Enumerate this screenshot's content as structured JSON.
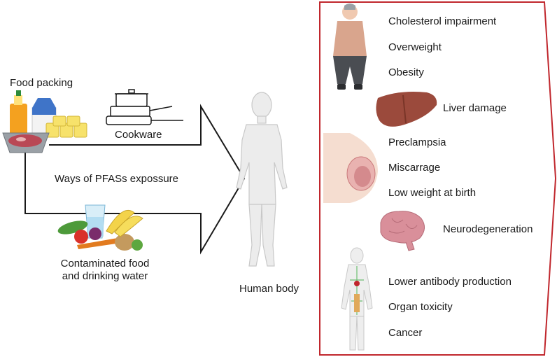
{
  "sources": {
    "food_packing": "Food packing",
    "cookware": "Cookware",
    "ways": "Ways of PFASs expossure",
    "contaminated_line1": "Contaminated food",
    "contaminated_line2": "and drinking water"
  },
  "human_body_label": "Human body",
  "effects": {
    "metabolic": [
      "Cholesterol impairment",
      "Overweight",
      "Obesity"
    ],
    "liver": "Liver damage",
    "pregnancy": [
      "Preclampsia",
      "Miscarrage",
      "Low weight at birth"
    ],
    "brain": "Neurodegeneration",
    "immune": [
      "Lower antibody production",
      "Organ toxicity",
      "Cancer"
    ]
  },
  "colors": {
    "frame": "#c0272d",
    "arrow": "#1a1a1a",
    "skin": "#e8e8e8",
    "liver": "#9b4a3c",
    "brain": "#d98f9a"
  },
  "icons": [
    "juice-carton-icon",
    "milk-carton-icon",
    "yogurt-cups-icon",
    "meat-tray-icon",
    "cooking-pots-icon",
    "water-glass-icon",
    "vegetables-icon",
    "banana-icon",
    "human-body-icon",
    "woman-figure-icon",
    "liver-icon",
    "pregnant-belly-icon",
    "brain-icon",
    "lymphatic-system-icon"
  ]
}
